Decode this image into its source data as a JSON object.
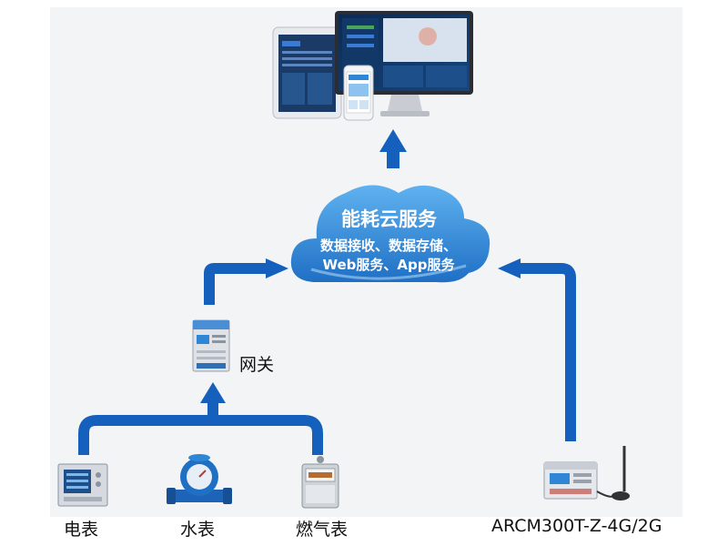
{
  "diagram": {
    "cloud": {
      "title": "能耗云服务",
      "line1": "数据接收、数据存储、",
      "line2": "Web服务、App服务"
    },
    "gateway_label": "网关",
    "devices": {
      "electric_meter": "电表",
      "water_meter": "水表",
      "gas_meter": "燃气表",
      "arcm": "ARCM300T-Z-4G/2G"
    },
    "colors": {
      "arrow": "#1560bd",
      "cloud_fill": "#2f86d6",
      "background_panel": "#f3f4f6"
    },
    "icons": [
      "tablet-icon",
      "phone-icon",
      "monitor-icon",
      "cloud-icon",
      "gateway-icon",
      "electric-meter-icon",
      "water-meter-icon",
      "gas-meter-icon",
      "arcm-device-icon"
    ]
  }
}
